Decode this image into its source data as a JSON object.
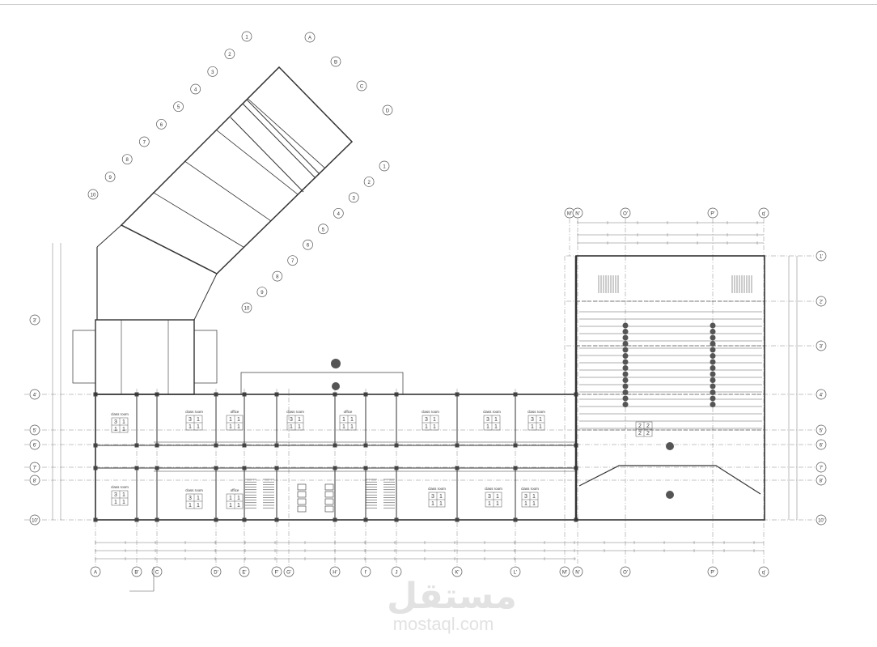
{
  "drawing": {
    "bottom_grid_labels": [
      "A",
      "B'",
      "C",
      "D'",
      "E'",
      "F'",
      "G'",
      "H'",
      "I'",
      "J",
      "K'",
      "L'",
      "M'",
      "N'",
      "O'",
      "P'",
      "q'"
    ],
    "top_grid_labels": [
      "M'",
      "N'",
      "O'",
      "P'",
      "q'"
    ],
    "right_grid_labels": [
      "1'",
      "2'",
      "3'",
      "4'",
      "5'",
      "6'",
      "7'",
      "8'",
      "10'"
    ],
    "left_grid_labels": [
      "3'",
      "4'",
      "5'",
      "6'",
      "7'",
      "8'",
      "10'"
    ],
    "wing_grid_labels_a": [
      "1",
      "2",
      "3",
      "4",
      "5",
      "6",
      "7",
      "8",
      "9",
      "10"
    ],
    "wing_grid_labels_b": [
      "A",
      "B",
      "C",
      "D"
    ],
    "rooms": [
      {
        "label": "class room",
        "tile": [
          "3",
          "1",
          "1",
          "1"
        ]
      },
      {
        "label": "class room",
        "tile": [
          "3",
          "1",
          "1",
          "1"
        ]
      },
      {
        "label": "office",
        "tile": [
          "1",
          "1",
          "1",
          "1"
        ]
      },
      {
        "label": "class room",
        "tile": [
          "3",
          "1",
          "1",
          "1"
        ]
      },
      {
        "label": "office",
        "tile": [
          "1",
          "1",
          "1",
          "1"
        ]
      },
      {
        "label": "class room",
        "tile": [
          "3",
          "1",
          "1",
          "1"
        ]
      },
      {
        "label": "class room",
        "tile": [
          "3",
          "1",
          "1",
          "1"
        ]
      },
      {
        "label": "class room",
        "tile": [
          "3",
          "1",
          "1",
          "1"
        ]
      },
      {
        "label": "class room",
        "tile": [
          "3",
          "1",
          "1",
          "1"
        ]
      },
      {
        "label": "class room",
        "tile": [
          "3",
          "1",
          "1",
          "1"
        ]
      },
      {
        "label": "office",
        "tile": [
          "1",
          "1",
          "1",
          "1"
        ]
      },
      {
        "label": "class room",
        "tile": [
          "3",
          "1",
          "1",
          "1"
        ]
      },
      {
        "label": "class room",
        "tile": [
          "3",
          "1",
          "1",
          "1"
        ]
      },
      {
        "label": "class room",
        "tile": [
          "3",
          "1",
          "1",
          "1"
        ]
      },
      {
        "label": "",
        "tile": [
          "2",
          "2",
          "2",
          "2"
        ]
      }
    ],
    "line_color": "#333333",
    "dim_color": "#777777",
    "column_color": "#444444"
  },
  "watermark": {
    "arabic": "مستقل",
    "latin": "mostaql.com"
  }
}
